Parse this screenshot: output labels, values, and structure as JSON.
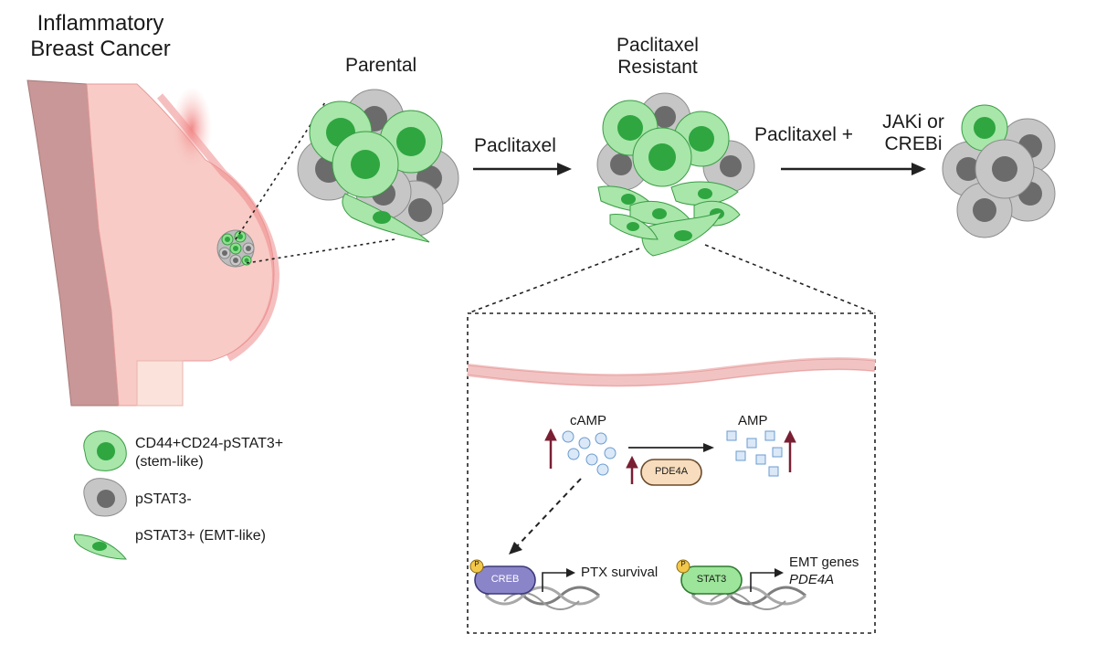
{
  "title": "Inflammatory Breast Cancer",
  "labels": {
    "parental": "Parental",
    "paclitaxel_resistant": "Paclitaxel Resistant",
    "treatment_step1": "Paclitaxel",
    "treatment_step2_prefix": "Paclitaxel +",
    "treatment_step2_inhibitors": "JAKi or CREBi"
  },
  "legend": [
    {
      "label_line1": "CD44+CD24-pSTAT3+",
      "label_line2": "(stem-like)",
      "icon": "stem-like-cell-icon",
      "color": "#5fd36a"
    },
    {
      "label_line1": "pSTAT3-",
      "label_line2": "",
      "icon": "pstat3-negative-cell-icon",
      "color": "#9a9a9a"
    },
    {
      "label_line1": "pSTAT3+ (EMT-like)",
      "label_line2": "",
      "icon": "emt-like-cell-icon",
      "color": "#7fd98a"
    }
  ],
  "mechanism": {
    "camp": "cAMP",
    "amp": "AMP",
    "enzyme": "PDE4A",
    "creb": "CREB",
    "stat3": "STAT3",
    "phospho": "P",
    "creb_target": "PTX survival",
    "stat3_target_line1": "EMT genes",
    "stat3_target_line2": "PDE4A"
  },
  "colors": {
    "stem_green": "#38b449",
    "stem_light": "#a8e6a9",
    "gray_cell": "#c4c4c4",
    "gray_nucleus": "#6b6b6b",
    "breast_skin": "#f8c9c4",
    "creb_purple": "#8a84c9",
    "stat3_green": "#8fe08f",
    "pde4a_fill": "#f5d7b0",
    "up_arrow": "#7a1f33"
  }
}
